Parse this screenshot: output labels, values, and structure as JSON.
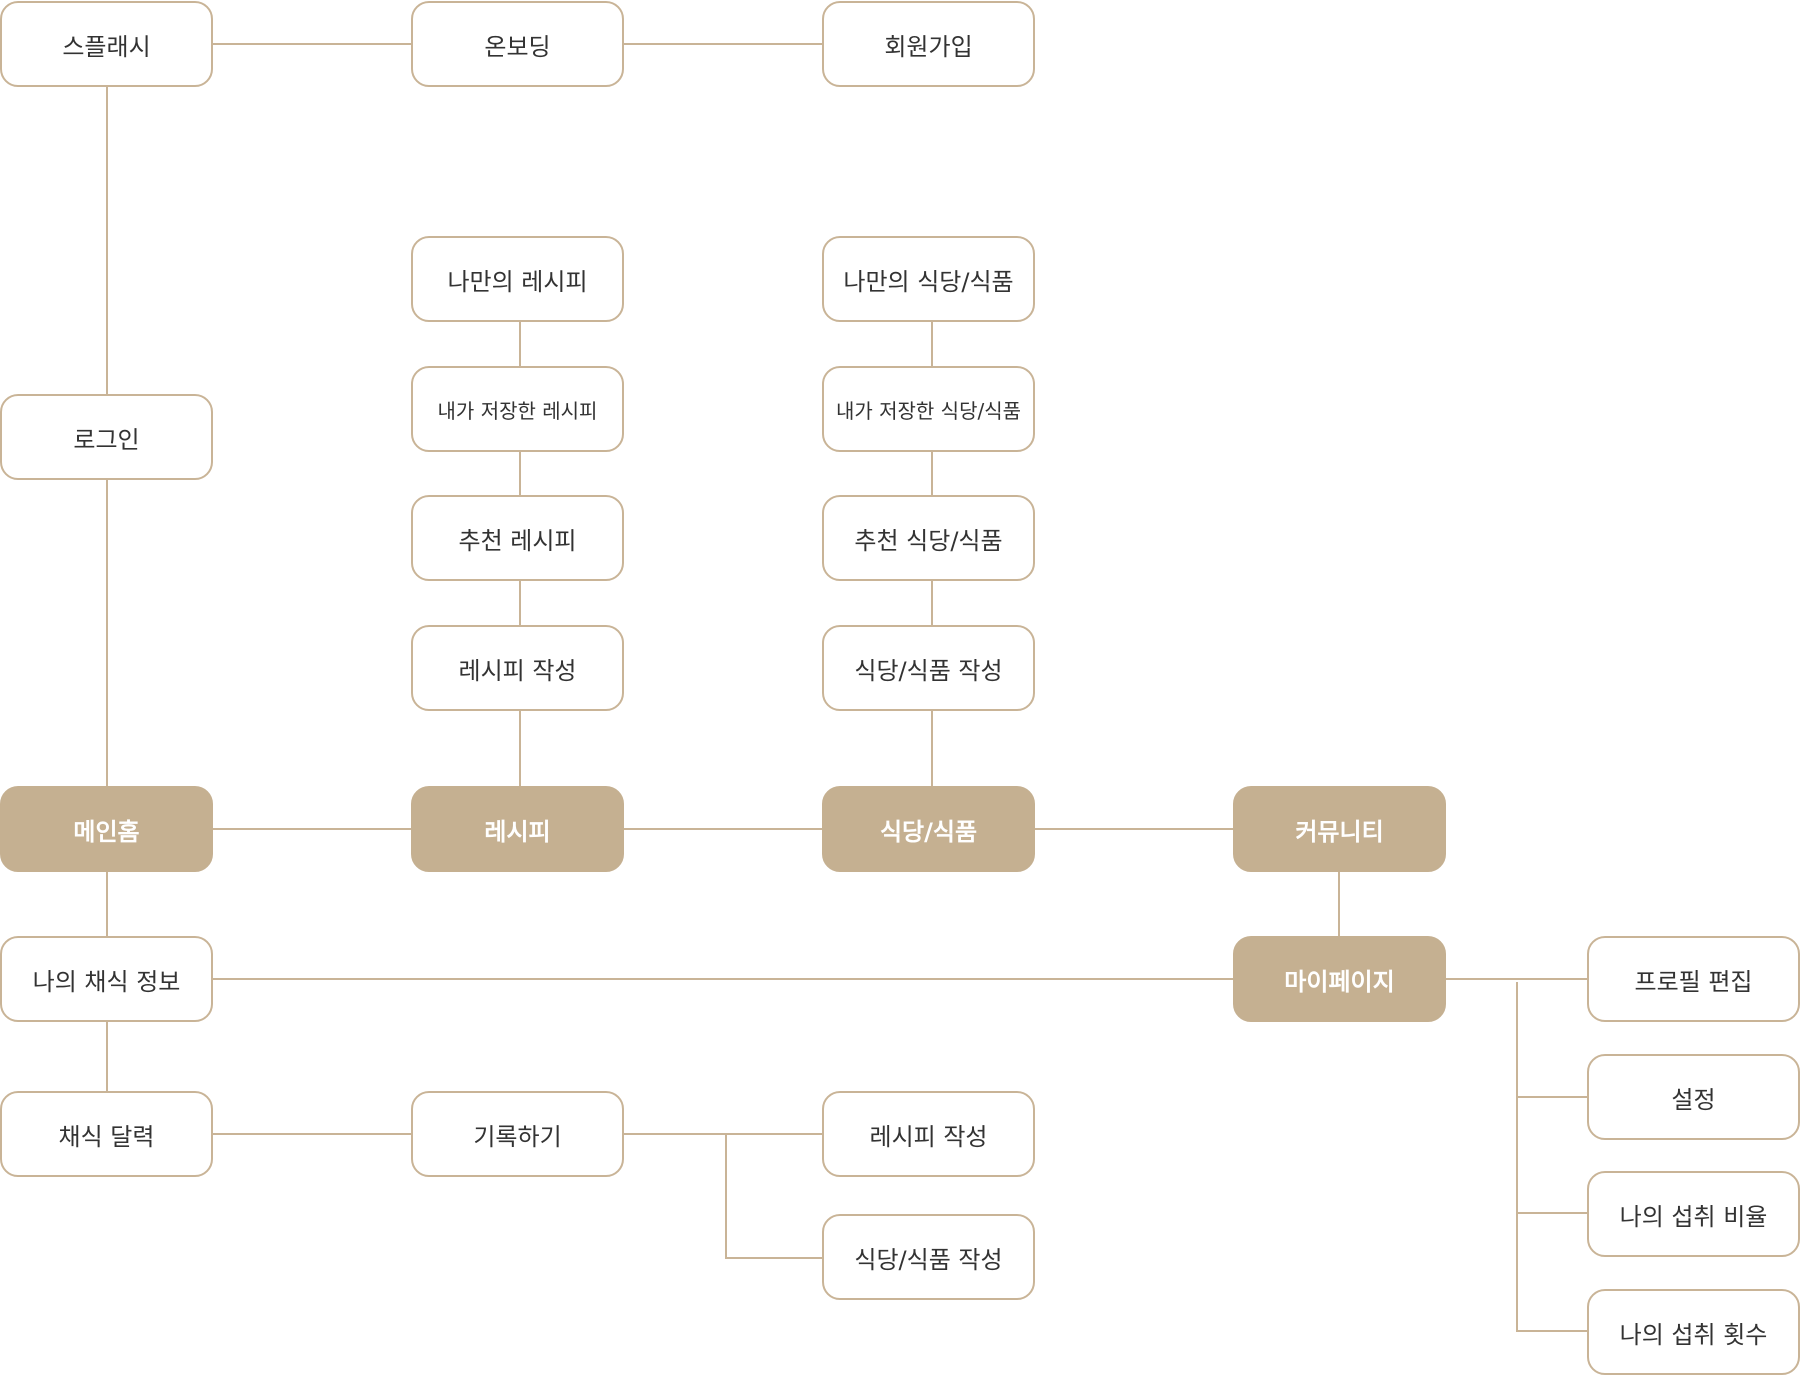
{
  "colors": {
    "line": "#c9b497",
    "filled_bg": "#c5b091",
    "text": "#333333",
    "filled_text": "#ffffff"
  },
  "nodes": {
    "splash": "스플래시",
    "onboarding": "온보딩",
    "signup": "회원가입",
    "login": "로그인",
    "my_recipe": "나만의 레시피",
    "saved_recipe": "내가 저장한 레시피",
    "recommended_recipe": "추천 레시피",
    "write_recipe_top": "레시피 작성",
    "my_restaurant": "나만의 식당/식품",
    "saved_restaurant": "내가 저장한 식당/식품",
    "recommended_restaurant": "추천 식당/식품",
    "write_restaurant_top": "식당/식품 작성",
    "main_home": "메인홈",
    "recipe": "레시피",
    "restaurant": "식당/식품",
    "community": "커뮤니티",
    "my_vegan_info": "나의 채식 정보",
    "mypage": "마이페이지",
    "vegan_calendar": "채식 달력",
    "record": "기록하기",
    "write_recipe_bottom": "레시피 작성",
    "write_restaurant_bottom": "식당/식품 작성",
    "edit_profile": "프로필 편집",
    "settings": "설정",
    "intake_ratio": "나의 섭취 비율",
    "intake_count": "나의 섭취 횟수"
  }
}
